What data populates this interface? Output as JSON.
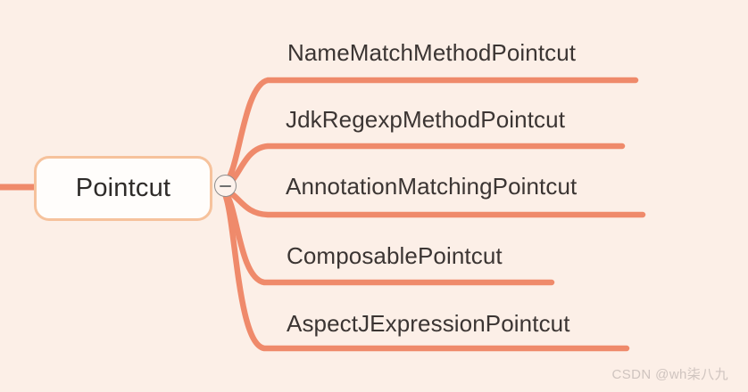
{
  "diagram": {
    "type": "mindmap",
    "root": {
      "label": "Pointcut",
      "toggle": {
        "icon": "minus-circle-icon",
        "state": "expanded"
      }
    },
    "children": [
      {
        "label": "NameMatchMethodPointcut"
      },
      {
        "label": "JdkRegexpMethodPointcut"
      },
      {
        "label": "AnnotationMatchingPointcut"
      },
      {
        "label": "ComposablePointcut"
      },
      {
        "label": "AspectJExpressionPointcut"
      }
    ]
  },
  "colors": {
    "background": "#fcefe7",
    "branch": "#ef8a6b",
    "node_border": "#f6c29c",
    "node_fill": "#fffdfb",
    "text": "#3b3533",
    "root_text": "#2e2b29",
    "toggle_border": "#8d8d8d",
    "watermark": "#cfc4bf"
  },
  "watermark": {
    "text": "CSDN @wh柒八九"
  }
}
